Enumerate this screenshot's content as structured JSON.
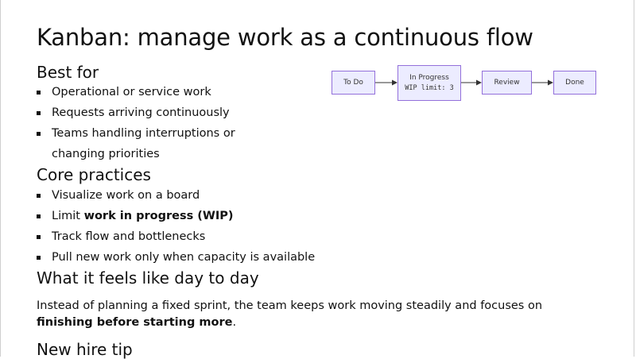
{
  "slide": {
    "title": "Kanban: manage work as a continuous flow",
    "best_for": {
      "heading": "Best for",
      "items": [
        "Operational or service work",
        "Requests arriving continuously",
        "Teams handling interruptions or changing priorities"
      ]
    },
    "core_practices": {
      "heading": "Core practices",
      "items": [
        {
          "text": "Visualize work on a board"
        },
        {
          "prefix": "Limit ",
          "bold": "work in progress (WIP)"
        },
        {
          "text": "Track flow and bottlenecks"
        },
        {
          "text": "Pull new work only when capacity is available"
        }
      ]
    },
    "day_to_day": {
      "heading": "What it feels like day to day",
      "paragraph_prefix": "Instead of planning a fixed sprint, the team keeps work moving steadily and focuses on ",
      "paragraph_bold": "finishing before starting more",
      "paragraph_suffix": "."
    },
    "new_hire": {
      "heading": "New hire tip"
    }
  },
  "diagram": {
    "nodes": [
      {
        "label": "To Do"
      },
      {
        "label": "In Progress",
        "sublabel": "WIP limit: 3"
      },
      {
        "label": "Review"
      },
      {
        "label": "Done"
      }
    ],
    "colors": {
      "node_fill": "#ececff",
      "node_border": "#9370db",
      "edge": "#333333"
    }
  }
}
